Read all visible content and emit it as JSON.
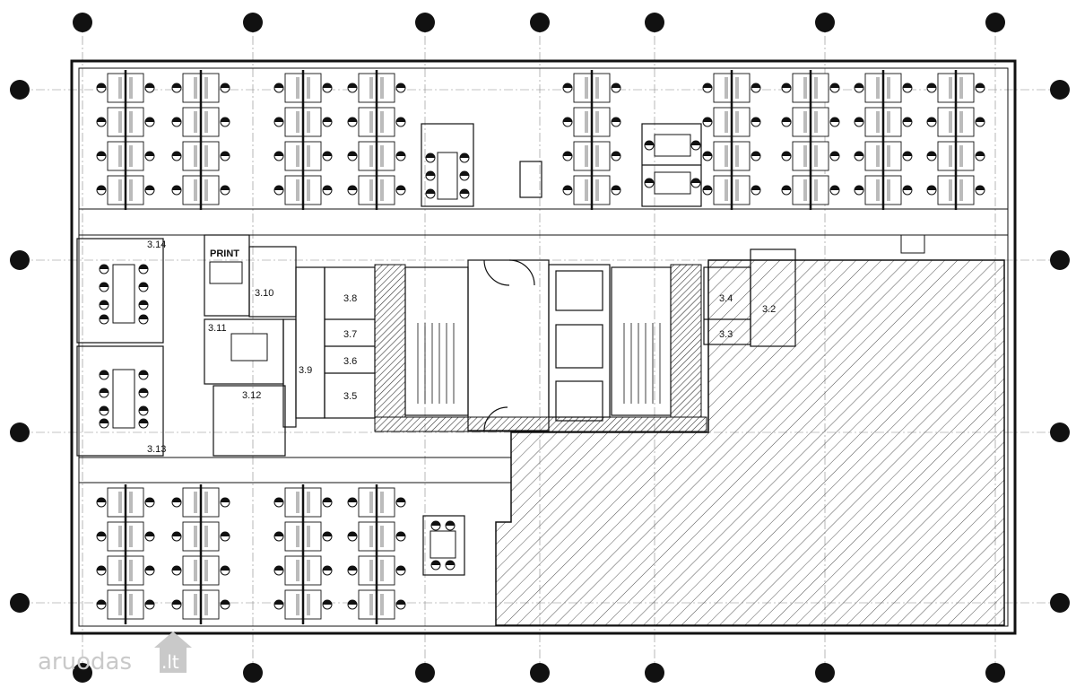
{
  "rooms": [
    {
      "id": "r38",
      "label": "3.8"
    },
    {
      "id": "r37",
      "label": "3.7"
    },
    {
      "id": "r36",
      "label": "3.6"
    },
    {
      "id": "r35",
      "label": "3.5"
    },
    {
      "id": "r39",
      "label": "3.9"
    },
    {
      "id": "r34",
      "label": "3.4"
    },
    {
      "id": "r33",
      "label": "3.3"
    },
    {
      "id": "r32",
      "label": "3.2"
    },
    {
      "id": "r310",
      "label": "3.10"
    },
    {
      "id": "r311",
      "label": "3.11"
    },
    {
      "id": "r312",
      "label": "3.12"
    },
    {
      "id": "r314",
      "label": "3.14"
    },
    {
      "id": "r313",
      "label": "3.13"
    }
  ],
  "print_label": "PRINT",
  "watermark": {
    "brand": "aruodas",
    "tld": ".lt"
  },
  "colors": {
    "line": "#111111",
    "grid": "#888888",
    "hatch": "#555555",
    "watermark": "#c9c9c9"
  }
}
